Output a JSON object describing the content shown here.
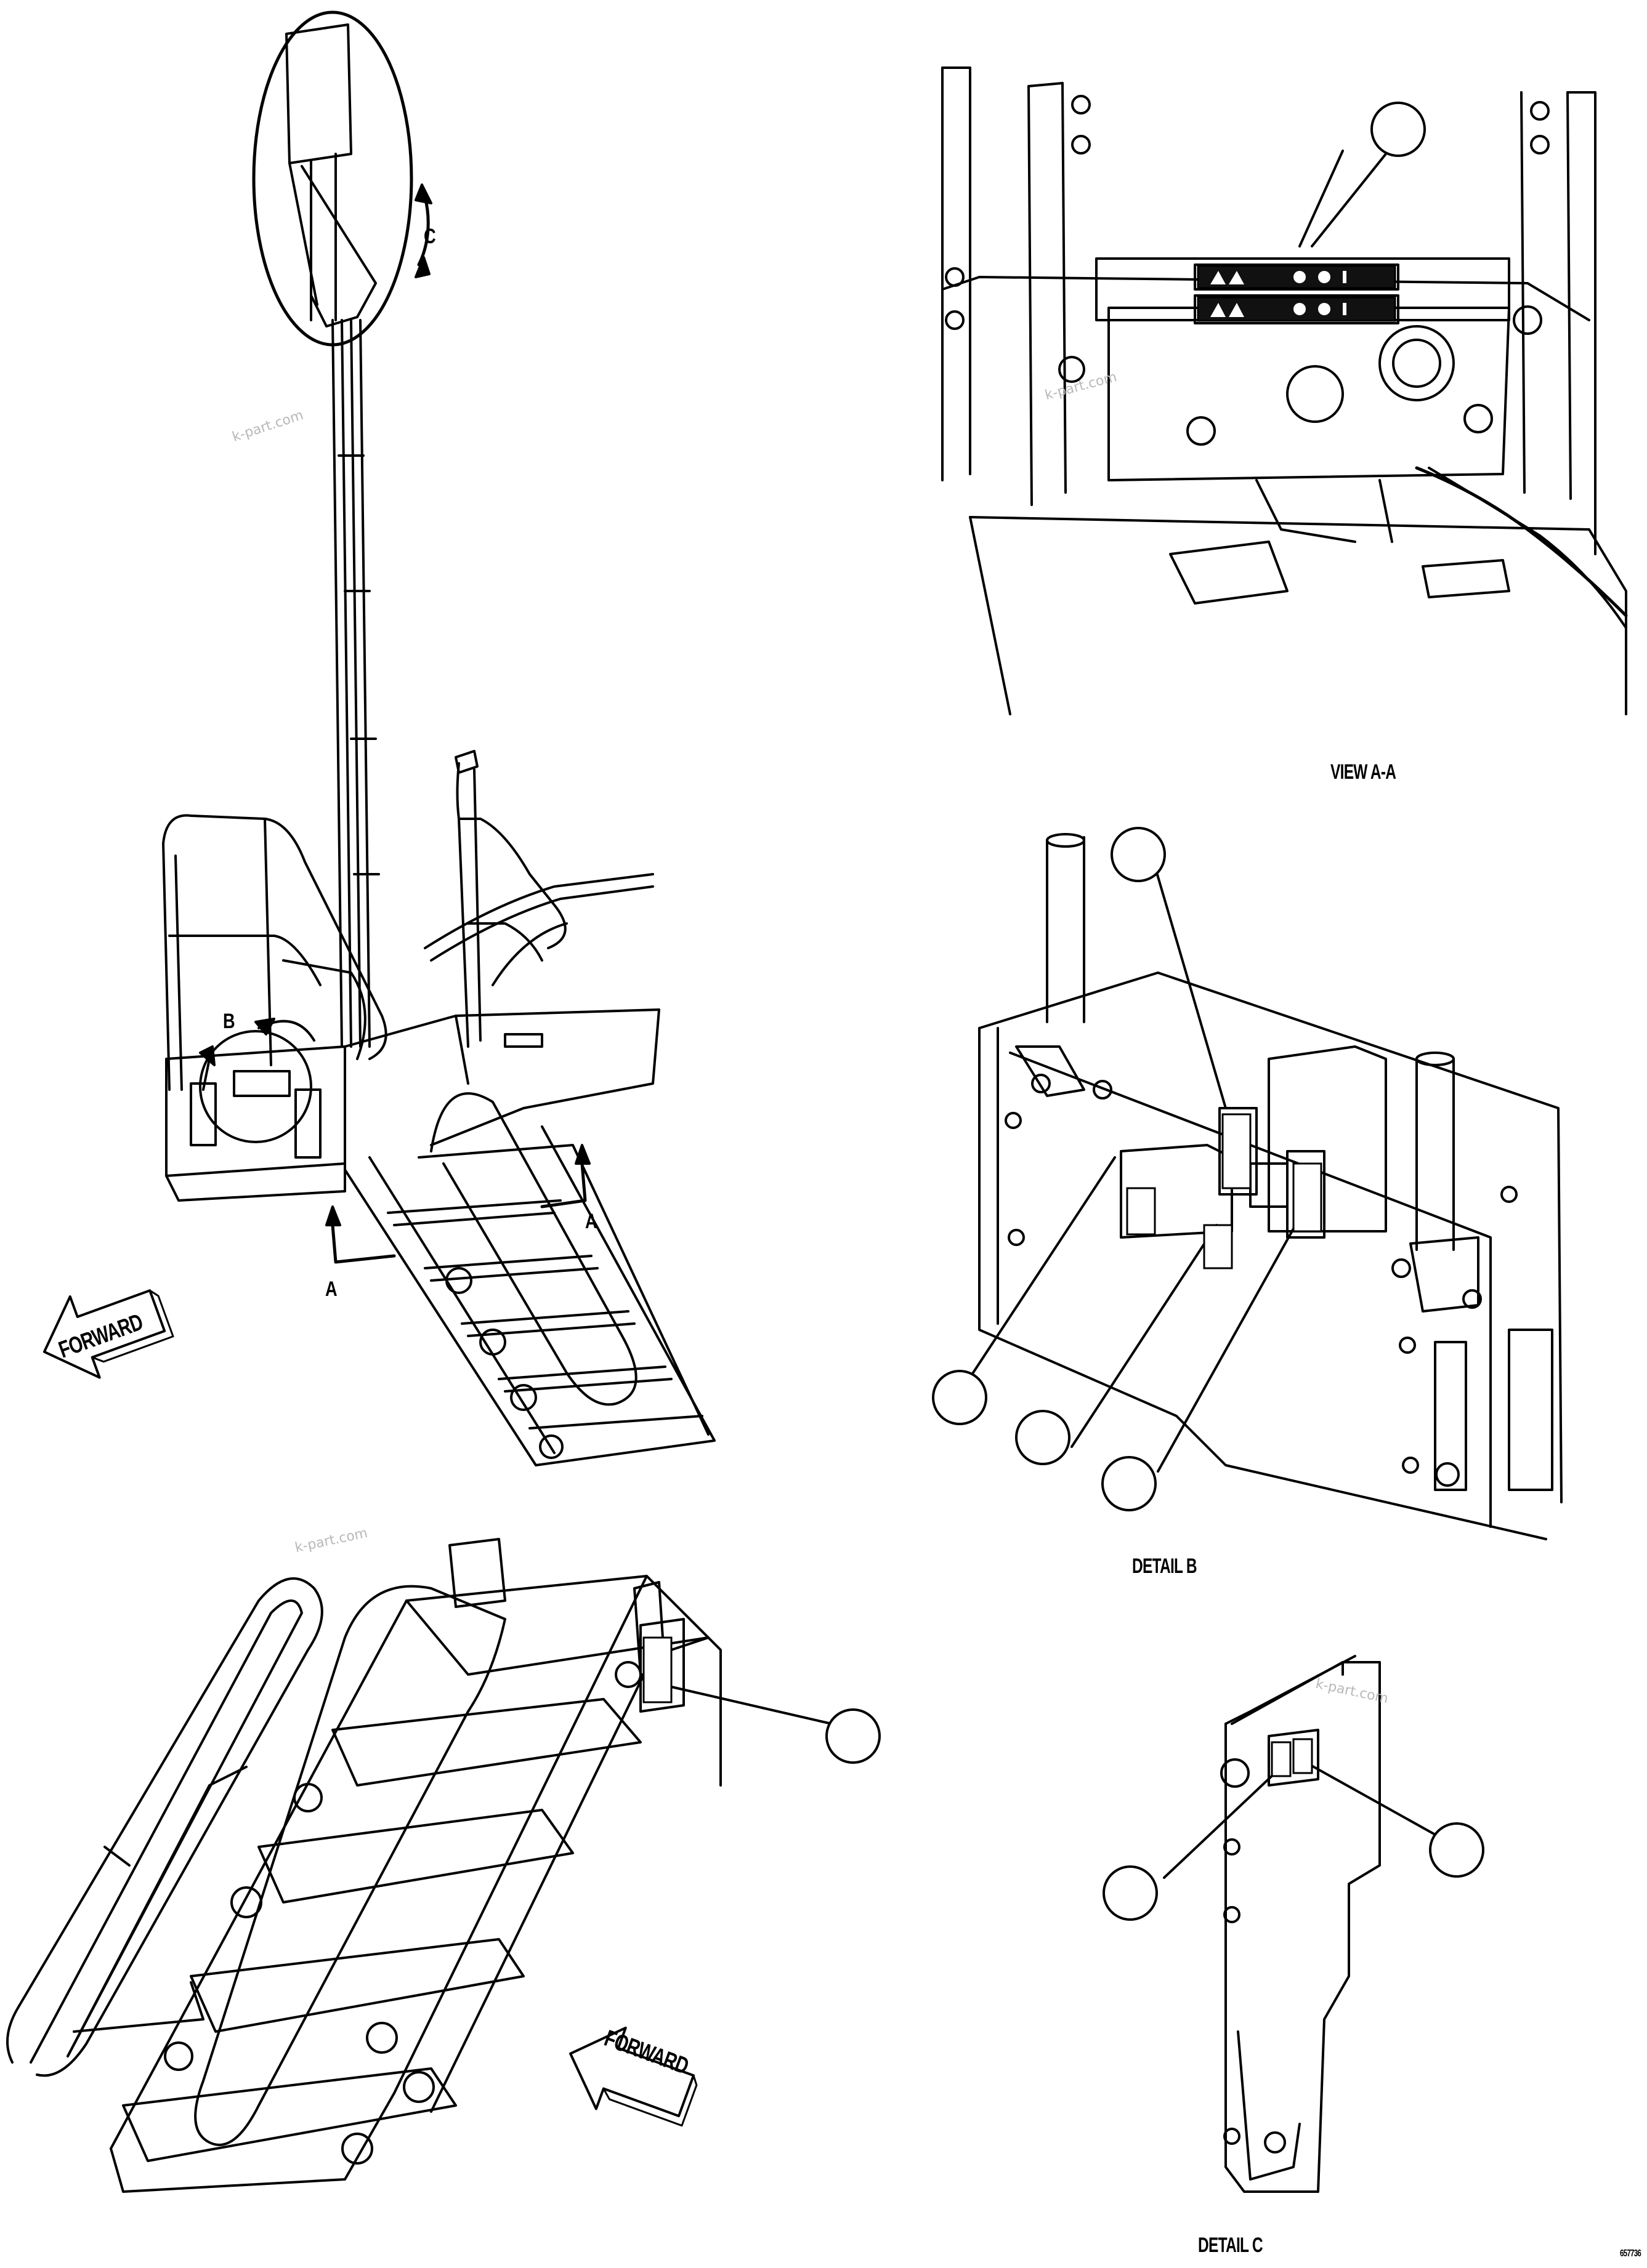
{
  "captions": {
    "view_aa": "VIEW A-A",
    "detail_b": "DETAIL B",
    "detail_c": "DETAIL C"
  },
  "section_labels": {
    "a_left": "A",
    "a_right": "A",
    "b": "B",
    "c": "C"
  },
  "arrows": {
    "forward_main": "FORWARD",
    "forward_stairs": "FORWARD"
  },
  "drawing_number": "657736",
  "watermarks": [
    "k-part.com",
    "k-part.com",
    "k-part.com",
    "k-part.com"
  ],
  "colors": {
    "line": "#000000",
    "background": "#ffffff",
    "watermark": "#b8b8b8"
  }
}
